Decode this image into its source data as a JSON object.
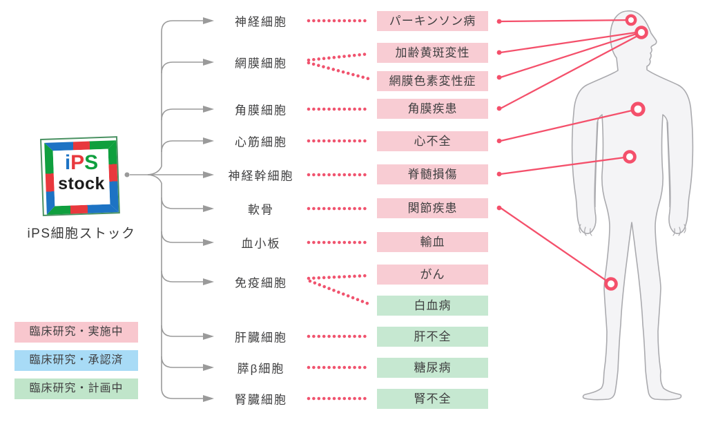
{
  "logo": {
    "i": "i",
    "p": "P",
    "s": "S",
    "stock": "stock",
    "caption": "iPS細胞ストック"
  },
  "cells": [
    "神経細胞",
    "網膜細胞",
    "角膜細胞",
    "心筋細胞",
    "神経幹細胞",
    "軟骨",
    "血小板",
    "免疫細胞",
    "肝臓細胞",
    "膵β細胞",
    "腎臓細胞"
  ],
  "diseases": [
    {
      "label": "パーキンソン病",
      "variant": "pink"
    },
    {
      "label": "加齢黄斑変性",
      "variant": "pink"
    },
    {
      "label": "網膜色素変性症",
      "variant": "pink"
    },
    {
      "label": "角膜疾患",
      "variant": "pink"
    },
    {
      "label": "心不全",
      "variant": "pink"
    },
    {
      "label": "脊髄損傷",
      "variant": "pink"
    },
    {
      "label": "関節疾患",
      "variant": "pink"
    },
    {
      "label": "輸血",
      "variant": "pink"
    },
    {
      "label": "がん",
      "variant": "pink"
    },
    {
      "label": "白血病",
      "variant": "green"
    },
    {
      "label": "肝不全",
      "variant": "green"
    },
    {
      "label": "糖尿病",
      "variant": "green"
    },
    {
      "label": "腎不全",
      "variant": "green"
    }
  ],
  "legend": [
    {
      "label": "臨床研究・実施中",
      "variant": "pink"
    },
    {
      "label": "臨床研究・承認済",
      "variant": "blue"
    },
    {
      "label": "臨床研究・計画中",
      "variant": "green"
    }
  ],
  "colors": {
    "pink_box": "#f8ccd3",
    "green_box": "#c6e8d1",
    "legend_pink": "#f8c7ce",
    "legend_blue": "#a8dbf6",
    "legend_green": "#c0e5ca",
    "connector_red": "#f4506b",
    "line_gray": "#9a9a9a",
    "body_fill": "#f4f4f6",
    "body_outline": "#aaaaae",
    "logo_blue": "#1d73c4",
    "logo_red": "#e8383d",
    "logo_green": "#0f9f3e",
    "text": "#3f3f40"
  }
}
